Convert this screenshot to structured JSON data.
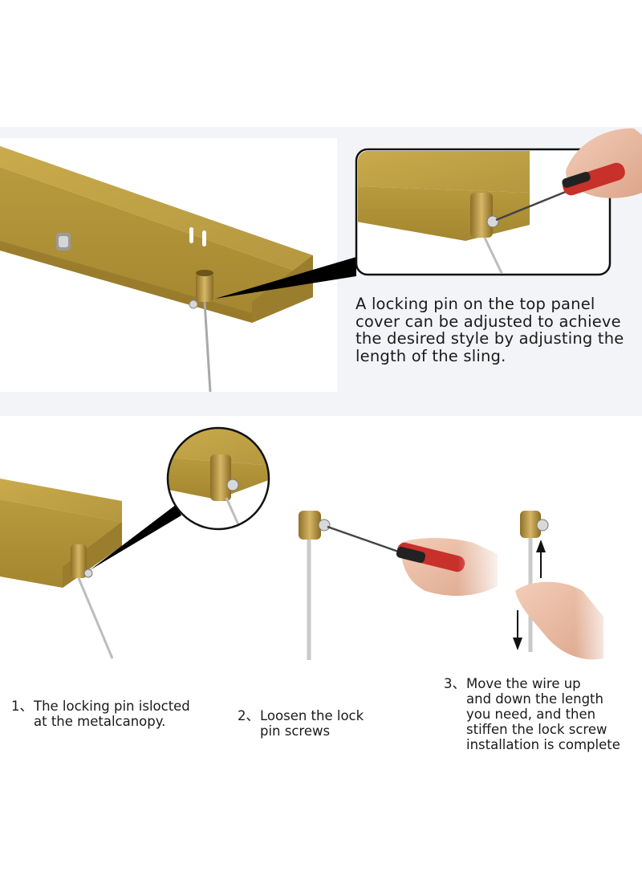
{
  "main_caption": {
    "line1": "A locking pin on the top panel",
    "line2": "cover can be adjusted to achieve",
    "line3": "the desired style by adjusting the",
    "line4": "length of the sling."
  },
  "steps": [
    {
      "number": "1、",
      "lines": [
        "The locking pin islocted",
        "at the metalcanopy."
      ]
    },
    {
      "number": "2、",
      "lines": [
        "Loosen the lock",
        "pin screws"
      ]
    },
    {
      "number": "3、",
      "lines": [
        "Move the wire up",
        "and down the length",
        "you need, and then",
        "stiffen the lock screw",
        "installation is complete"
      ]
    }
  ],
  "colors": {
    "canopy_gold": "#b99a3c",
    "canopy_shadow": "#9c8030",
    "band_bg": "#f3f4f8",
    "handle_red": "#c8302a"
  },
  "icons": {
    "up_arrow": "arrow-up-icon",
    "down_arrow": "arrow-down-icon"
  }
}
